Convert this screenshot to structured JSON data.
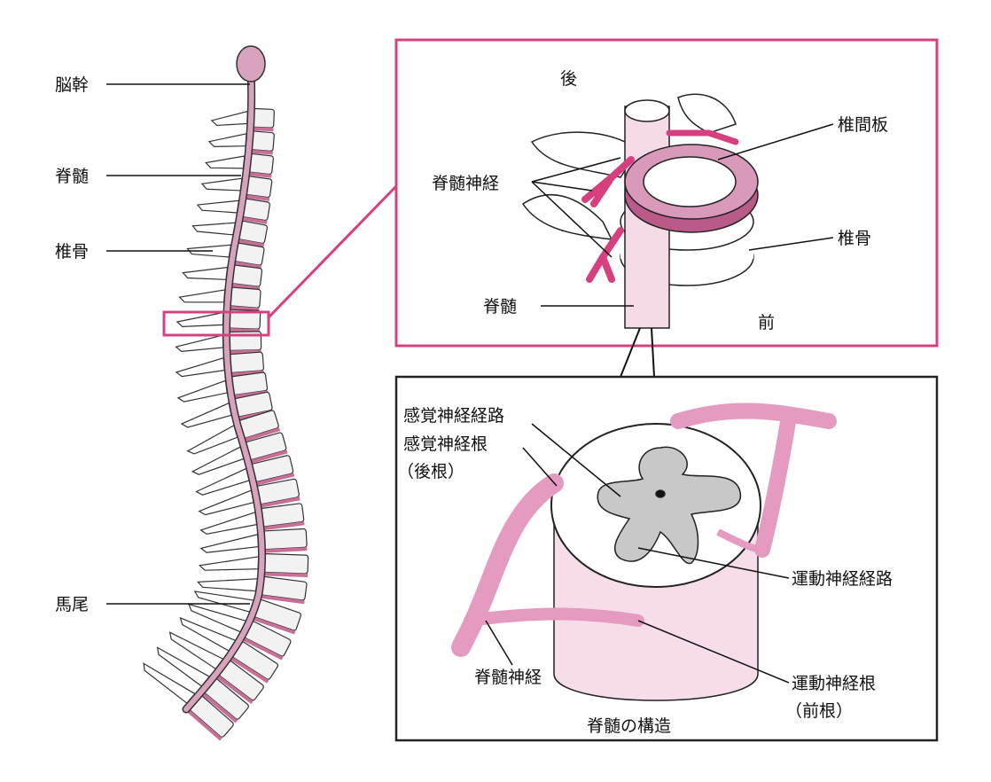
{
  "colors": {
    "accent": "#d6407f",
    "nerve": "#e59bbf",
    "cord": "#d9a2bd",
    "disc": "#c86f98",
    "grey": "#c8c8c8"
  },
  "left_labels": {
    "brainstem": "脳幹",
    "spinal_cord": "脊髄",
    "vertebra": "椎骨",
    "cauda_equina": "馬尾"
  },
  "top_panel": {
    "posterior": "後",
    "disc": "椎間板",
    "spinal_nerve": "脊髄神経",
    "vertebra": "椎骨",
    "spinal_cord": "脊髄",
    "anterior": "前"
  },
  "bottom_panel": {
    "sensory_tract": "感覚神経経路",
    "sensory_root": "感覚神経根",
    "sensory_root_note": "（後根）",
    "motor_tract": "運動神経経路",
    "spinal_nerve": "脊髄神経",
    "motor_root": "運動神経根",
    "motor_root_note": "（前根）",
    "caption": "脊髄の構造"
  }
}
